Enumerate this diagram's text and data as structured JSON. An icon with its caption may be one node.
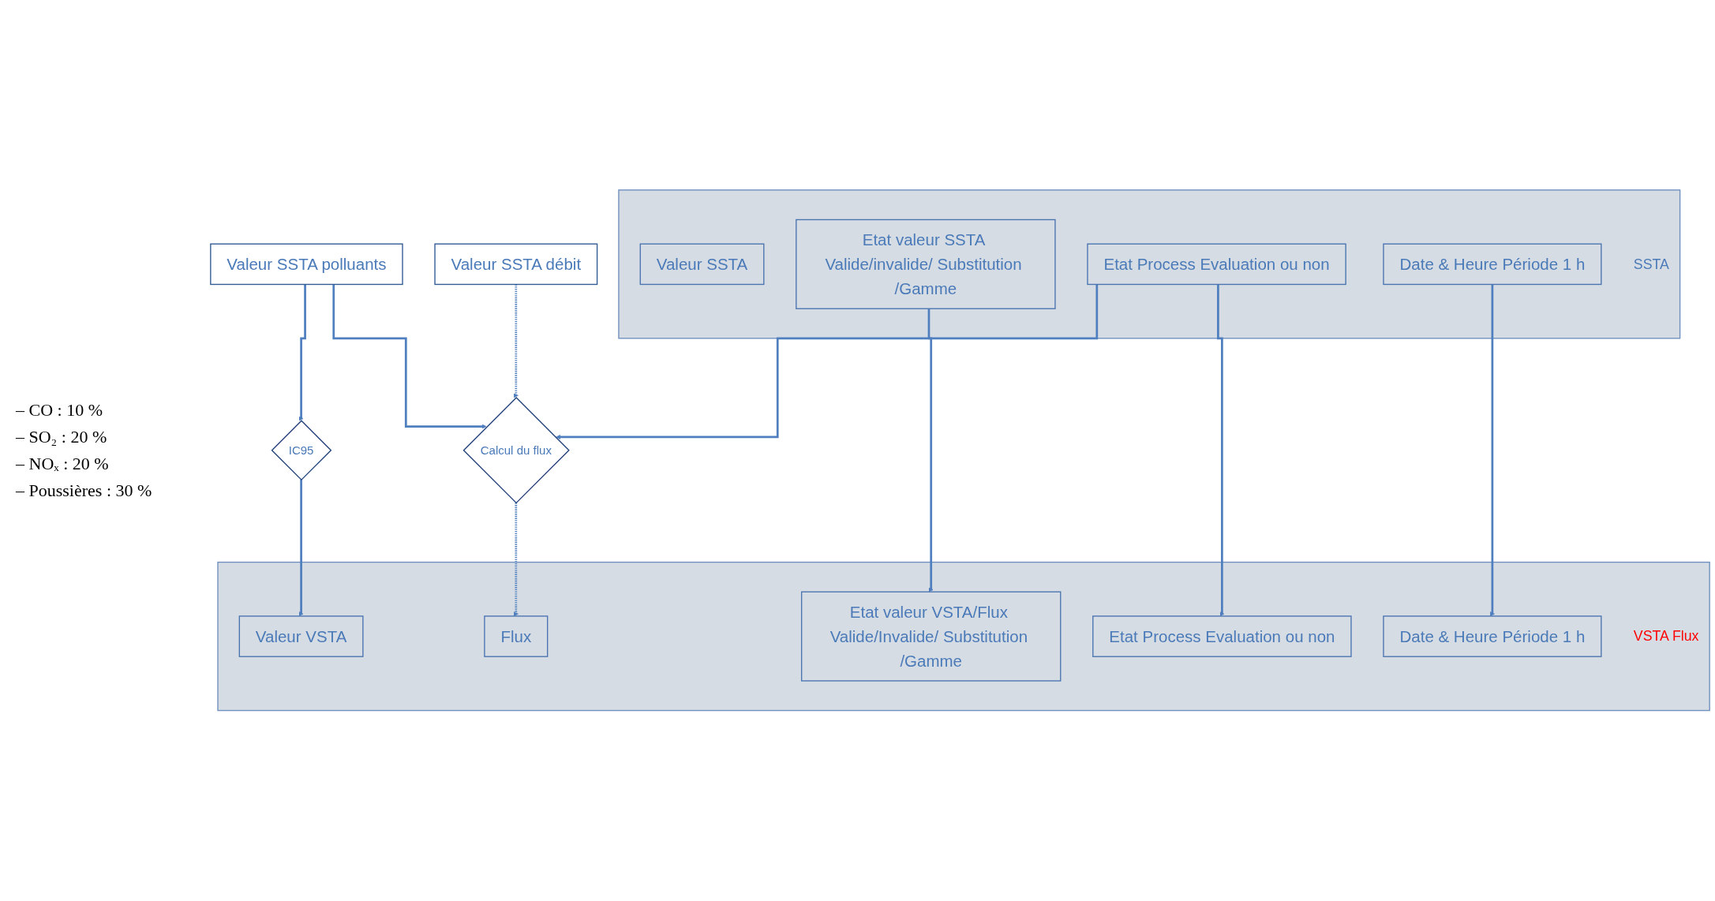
{
  "diagram": {
    "nodes": [
      {
        "text": [
          "SSTA"
        ]
      },
      {
        "text": [
          "Valeur SSTA"
        ],
        "in": 0
      },
      {
        "text": [
          "Etat valeur SSTA Valide/invalide/ Substitution /Gamme"
        ],
        "in": 0
      },
      {
        "text": [
          "Etat Process Evaluation ou non"
        ],
        "in": 0
      },
      {
        "text": [
          "Date & Heure Période 1 h"
        ],
        "in": 0
      },
      {
        "text": [
          "Valeur SSTA polluants"
        ]
      },
      {
        "text": [
          "Valeur SSTA débit"
        ]
      },
      {
        "text": [
          "IC95"
        ]
      },
      {
        "text": [
          "Calcul du flux"
        ]
      },
      {
        "text": [
          "VSTA Flux"
        ]
      },
      {
        "text": [
          "Valeur VSTA"
        ],
        "in": 9
      },
      {
        "text": [
          "Flux"
        ],
        "in": 9
      },
      {
        "text": [
          "Etat valeur VSTA/Flux Valide/Invalide/ Substitution /Gamme"
        ],
        "in": 9
      },
      {
        "text": [
          "Etat Process Evaluation ou non"
        ],
        "in": 9
      },
      {
        "text": [
          "Date & Heure Période 1 h"
        ],
        "in": 9
      }
    ],
    "edges": [
      {
        "from": 5,
        "to": 7,
        "arrow": "to"
      },
      {
        "from": 5,
        "to": 8,
        "arrow": "to"
      },
      {
        "from": 6,
        "to": 8,
        "arrow": "to",
        "style": "dashed"
      },
      {
        "from": 3,
        "to": 8,
        "arrow": "to"
      },
      {
        "from": 7,
        "to": 10,
        "arrow": "to"
      },
      {
        "from": 8,
        "to": 11,
        "arrow": "to",
        "style": "dashed"
      },
      {
        "from": 2,
        "to": 12,
        "arrow": "to"
      },
      {
        "from": 3,
        "to": 13,
        "arrow": "to"
      },
      {
        "from": 4,
        "to": 14,
        "arrow": "to"
      }
    ],
    "labels": [
      "– CO : 10 %",
      "– SO₂ : 20 %",
      "– NOₓ : 20 %",
      "– Poussières : 30 %"
    ]
  }
}
